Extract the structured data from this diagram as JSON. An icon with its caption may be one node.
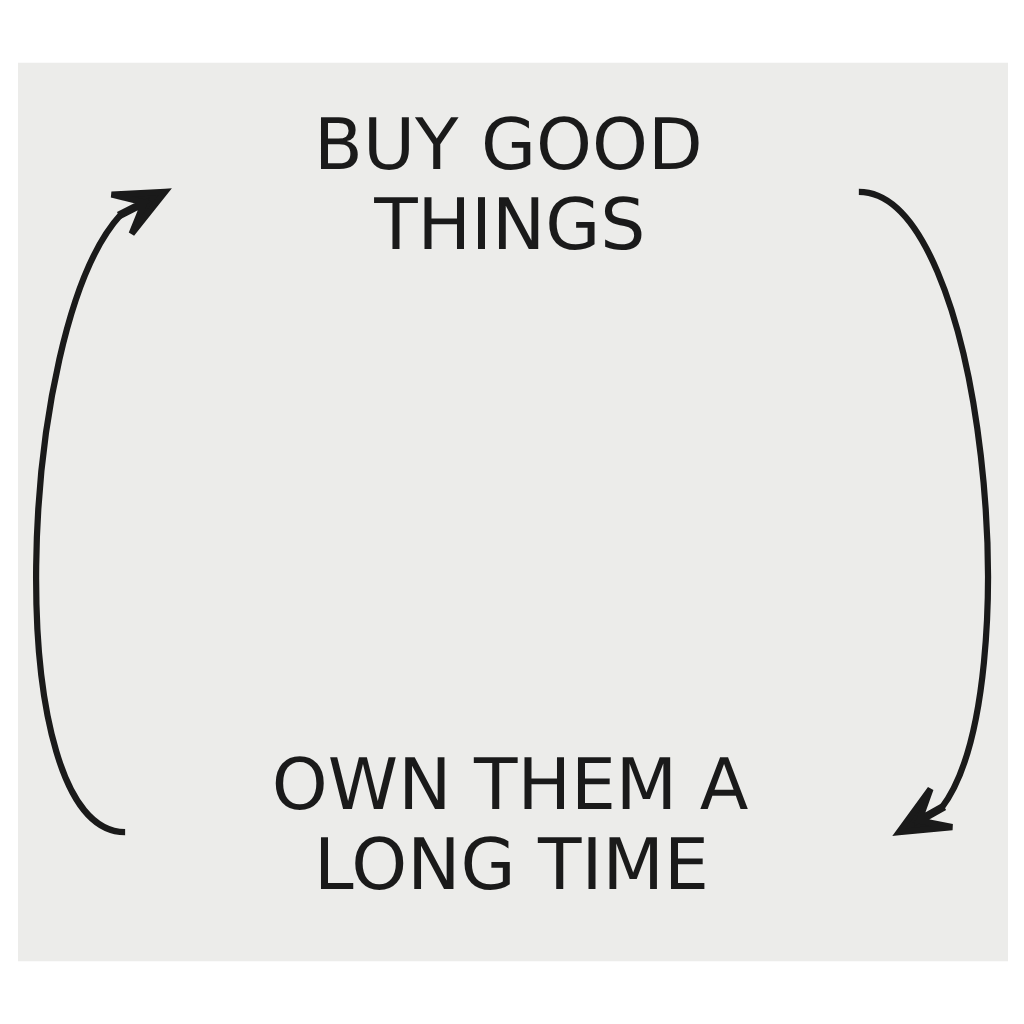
{
  "diagram": {
    "nodes": [
      {
        "text": [
          "BUY GOOD THINGS"
        ]
      },
      {
        "text": [
          "OWN THEM A LONG TIME"
        ]
      }
    ],
    "edges": [
      {
        "from": 0,
        "to": 1,
        "arrow": "to"
      },
      {
        "from": 1,
        "to": 0,
        "arrow": "to"
      }
    ]
  }
}
